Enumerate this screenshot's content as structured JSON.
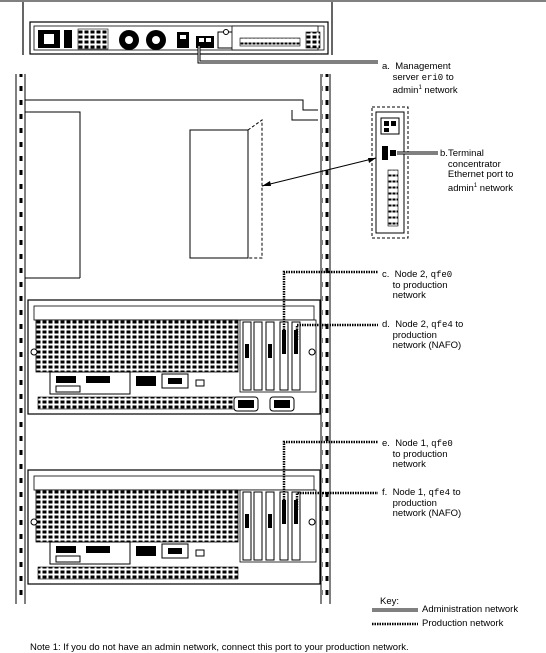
{
  "labels": {
    "a": {
      "letter": "a.",
      "line1": "Management",
      "line2_pre": "server ",
      "line2_mono": "eri0",
      "line2_post": " to",
      "line3_pre": "admin",
      "line3_sup": "1",
      "line3_post": "  network"
    },
    "b": {
      "letter": "b.",
      "line1": "Terminal",
      "line2": "concentrator",
      "line3": "Ethernet port to",
      "line4_pre": "admin",
      "line4_sup": "1",
      "line4_post": "  network"
    },
    "c": {
      "letter": "c.",
      "line1_pre": "Node 2, ",
      "line1_mono": "qfe0",
      "line2": "to production",
      "line3": "network"
    },
    "d": {
      "letter": "d.",
      "line1_pre": "Node 2, ",
      "line1_mono": "qfe4",
      "line1_post": " to",
      "line2": "production",
      "line3": "network (NAFO)"
    },
    "e": {
      "letter": "e.",
      "line1_pre": "Node 1, ",
      "line1_mono": "qfe0",
      "line2": "to production",
      "line3": "network"
    },
    "f": {
      "letter": "f.",
      "line1_pre": "Node 1, ",
      "line1_mono": "qfe4",
      "line1_post": " to",
      "line2": "production",
      "line3": "network (NAFO)"
    }
  },
  "key": {
    "title": "Key:",
    "admin": "Administration  network",
    "production": "Production  network"
  },
  "footnote": "Note 1: If you do not have an admin  network, connect this port to your production network."
}
